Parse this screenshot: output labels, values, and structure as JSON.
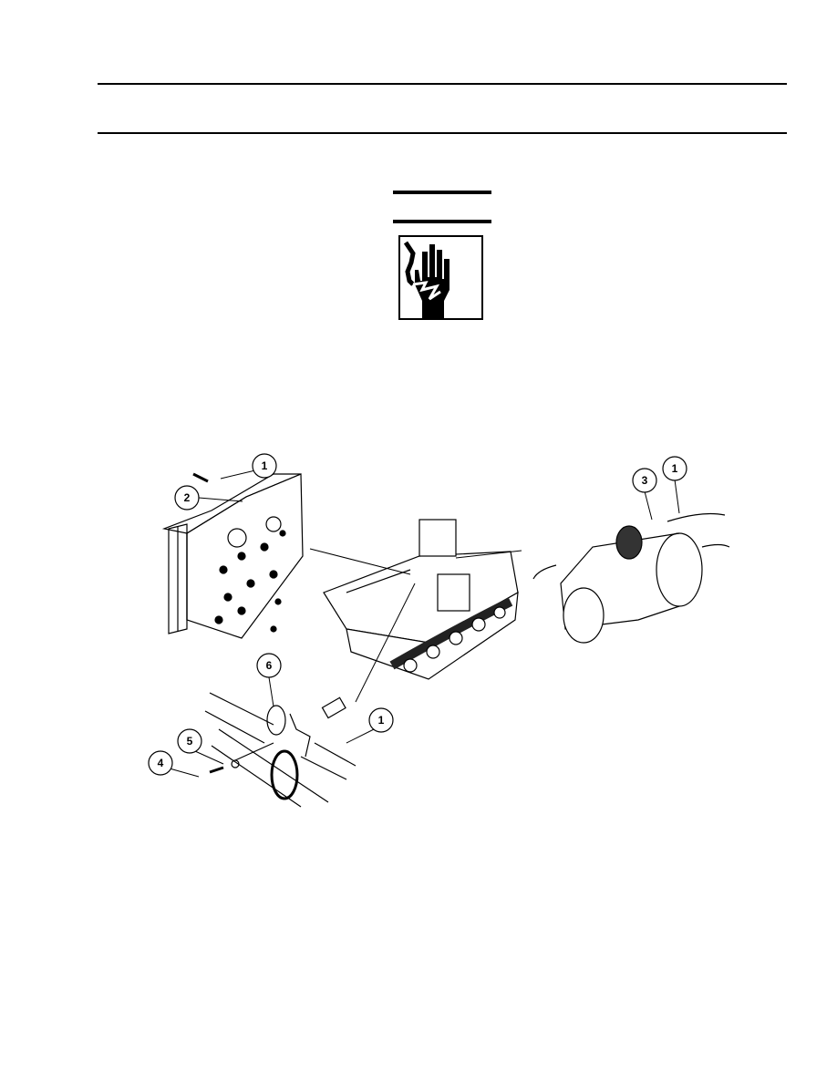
{
  "warning_icon": "electrical-shock-hand-icon",
  "figure": {
    "callouts": [
      {
        "id": "c1a",
        "label": "1"
      },
      {
        "id": "c2",
        "label": "2"
      },
      {
        "id": "c3",
        "label": "3"
      },
      {
        "id": "c1b",
        "label": "1"
      },
      {
        "id": "c6",
        "label": "6"
      },
      {
        "id": "c1c",
        "label": "1"
      },
      {
        "id": "c5",
        "label": "5"
      },
      {
        "id": "c4",
        "label": "4"
      }
    ]
  }
}
